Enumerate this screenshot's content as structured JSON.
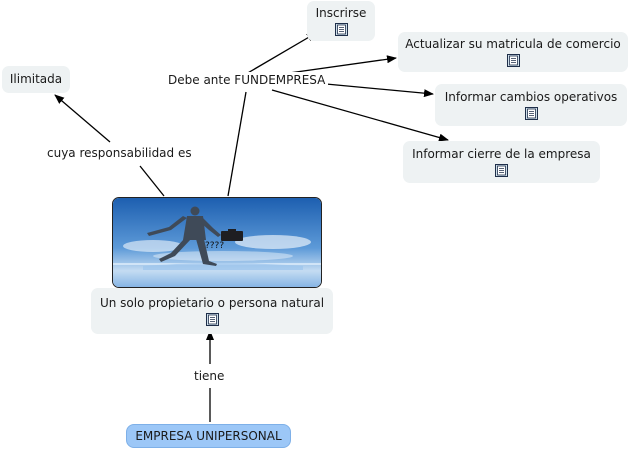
{
  "concepts": {
    "inscrirse": "Inscrirse",
    "actualizar": "Actualizar su matricula de comercio",
    "informar_cambios": "Informar cambios operativos",
    "informar_cierre": "Informar cierre de la empresa",
    "ilimitada": "Ilimitada",
    "propietario": "Un solo propietario o persona natural",
    "empresa": "EMPRESA UNIPERSONAL"
  },
  "links": {
    "debe": "Debe ante FUNDEMPRESA",
    "cuya": "cuya responsabilidad es",
    "tiene": "tiene"
  },
  "image": {
    "caption_marks": "????"
  },
  "colors": {
    "node_bg": "#eef2f3",
    "root_bg": "#9cc7f7",
    "line": "#000000"
  },
  "icons": {
    "resource": "document-icon"
  }
}
